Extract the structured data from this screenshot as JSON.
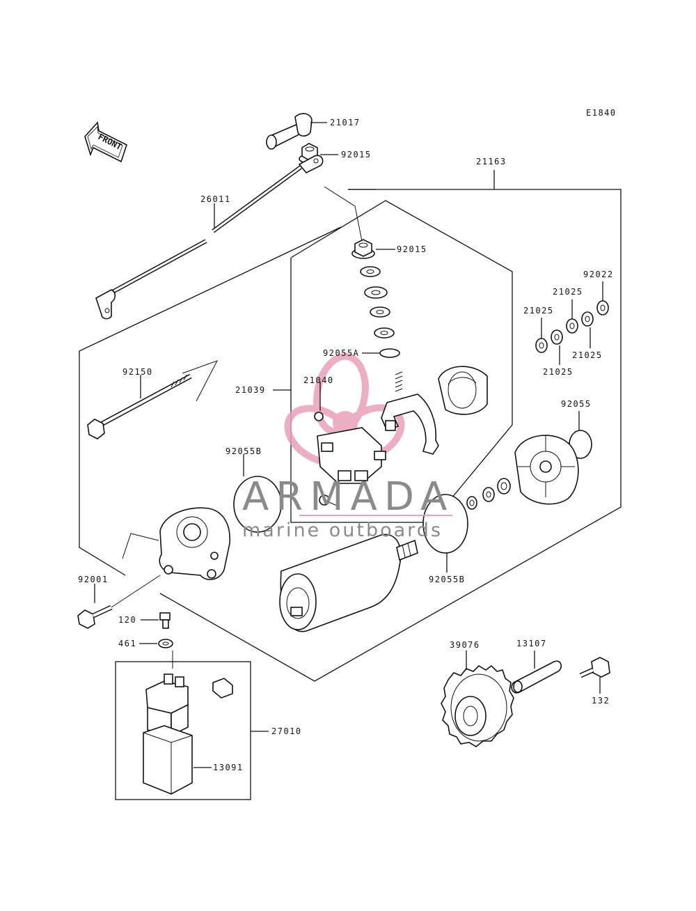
{
  "diagram_code": "E1840",
  "front_label": "FRONT",
  "watermark": {
    "title": "ARMADA",
    "subtitle": "marine outboards",
    "accent_color": "#e8a0b8",
    "text_color": "#8a8a8a"
  },
  "labels": {
    "p21017": "21017",
    "p92015_top": "92015",
    "p21163": "21163",
    "p26011": "26011",
    "p92015_mid": "92015",
    "p92022": "92022",
    "p21025_a": "21025",
    "p21025_b": "21025",
    "p21025_c": "21025",
    "p21025_d": "21025",
    "p92055A": "92055A",
    "p92150": "92150",
    "p21040": "21040",
    "p21039": "21039",
    "p92055": "92055",
    "p92055B_left": "92055B",
    "p92055B_right": "92055B",
    "p92001": "92001",
    "p120": "120",
    "p461": "461",
    "p39076": "39076",
    "p13107": "13107",
    "p132": "132",
    "p27010": "27010",
    "p13091": "13091"
  }
}
